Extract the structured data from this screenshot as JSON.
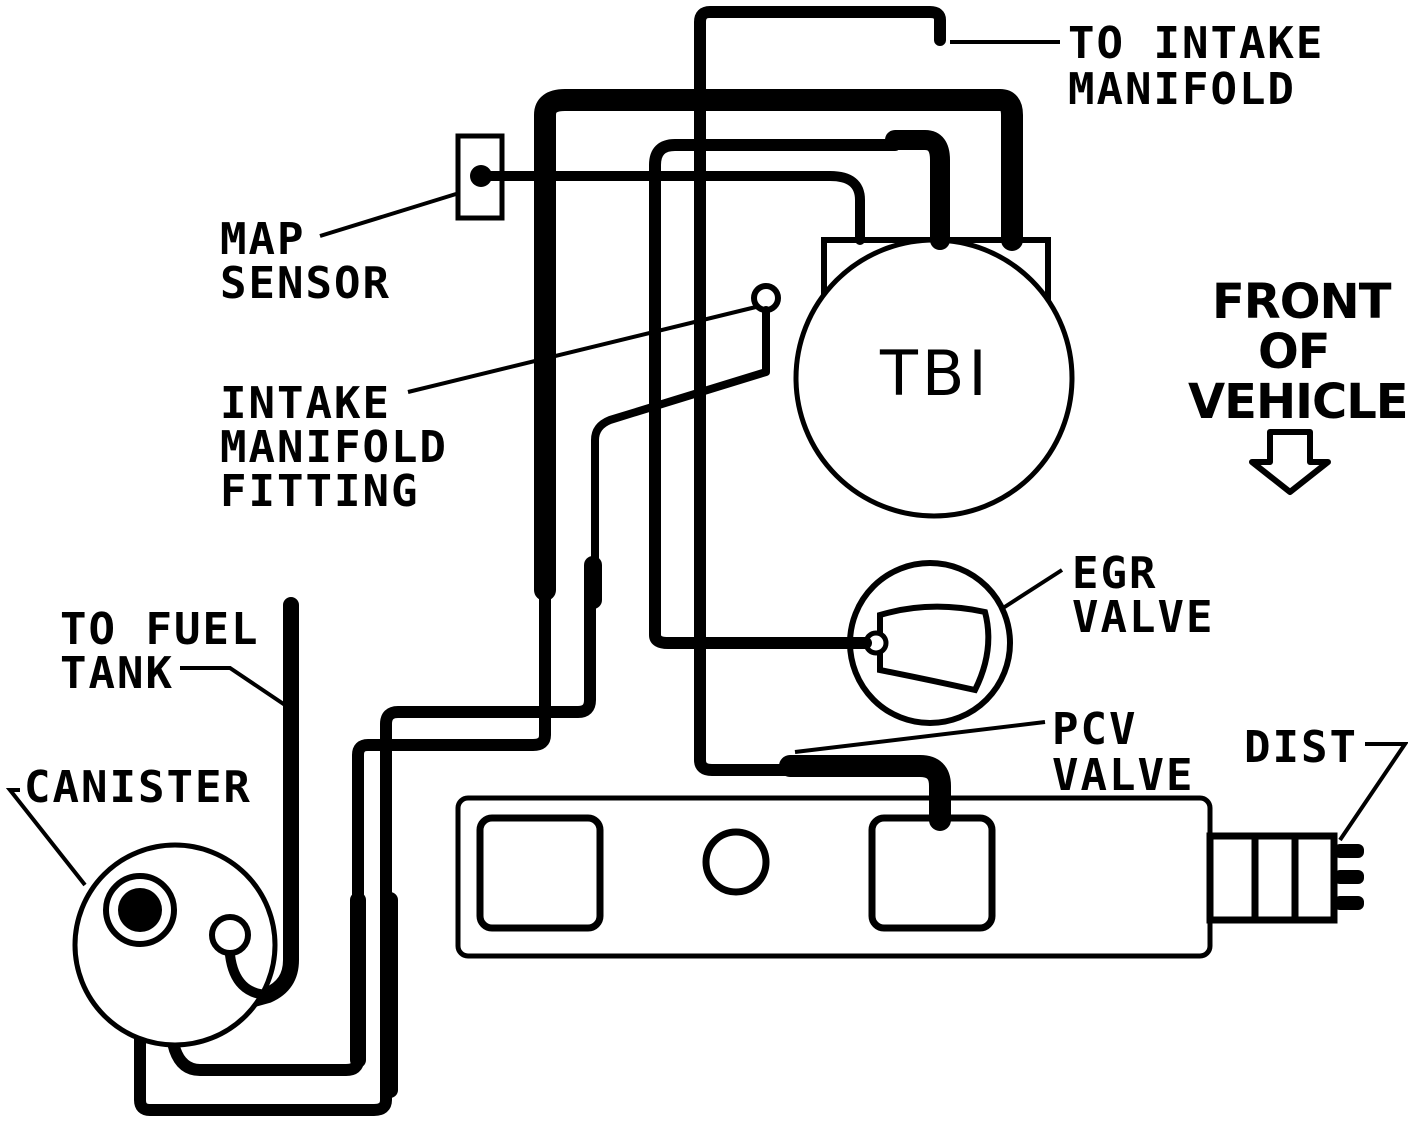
{
  "labels": {
    "to_intake_manifold_1": "TO INTAKE",
    "to_intake_manifold_2": "MANIFOLD",
    "map_sensor_1": "MAP",
    "map_sensor_2": "SENSOR",
    "intake_fitting_1": "INTAKE",
    "intake_fitting_2": "MANIFOLD",
    "intake_fitting_3": "FITTING",
    "tbi": "TBI",
    "front_1": "FRONT",
    "front_2": "OF",
    "front_3": "VEHICLE",
    "egr_1": "EGR",
    "egr_2": "VALVE",
    "to_fuel_tank_1": "TO FUEL",
    "to_fuel_tank_2": "TANK",
    "canister": "CANISTER",
    "pcv_1": "PCV",
    "pcv_2": "VALVE",
    "dist": "DIST"
  }
}
